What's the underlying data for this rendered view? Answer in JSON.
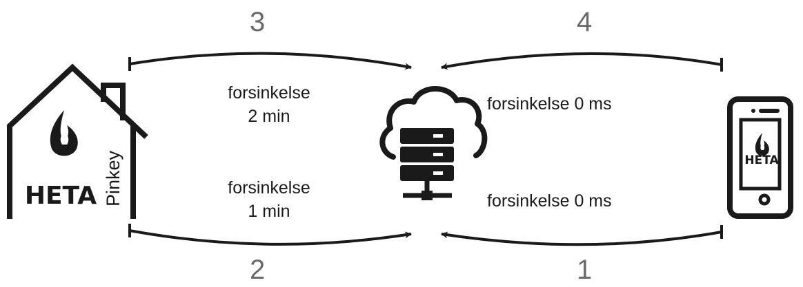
{
  "steps": [
    "1",
    "2",
    "3",
    "4"
  ],
  "delays": {
    "house_top": [
      "forsinkelse",
      "2 min"
    ],
    "house_bottom": [
      "forsinkelse",
      "1 min"
    ],
    "phone_top": "forsinkelse 0 ms",
    "phone_bottom": "forsinkelse 0 ms"
  },
  "house": {
    "brand": "HETA",
    "product": "Pinkey"
  },
  "phone": {
    "brand": "HETA"
  },
  "icons": {
    "house": "house-icon",
    "server": "cloud-server-icon",
    "phone": "smartphone-icon",
    "flame": "flame-logo-icon"
  },
  "colors": {
    "ink": "#1a1a1a",
    "step_number": "#6b6b6b",
    "background": "#ffffff"
  }
}
